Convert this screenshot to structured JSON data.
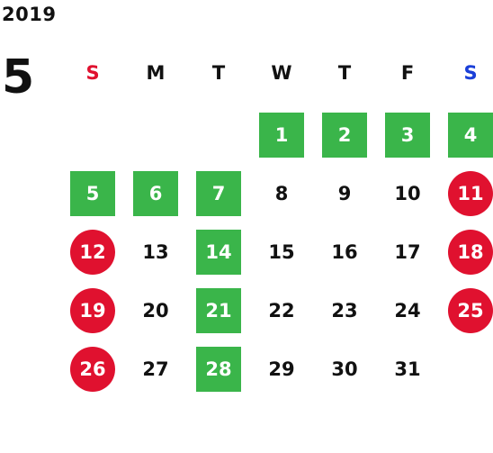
{
  "calendar": {
    "year": "2019",
    "month": "5",
    "weekdays": [
      {
        "label": "S",
        "color": "#e0112f"
      },
      {
        "label": "M",
        "color": "#111111"
      },
      {
        "label": "T",
        "color": "#111111"
      },
      {
        "label": "W",
        "color": "#111111"
      },
      {
        "label": "T",
        "color": "#111111"
      },
      {
        "label": "F",
        "color": "#111111"
      },
      {
        "label": "S",
        "color": "#1a3fd8"
      }
    ],
    "first_weekday_index": 3,
    "days": [
      {
        "day": "1",
        "style": "workday"
      },
      {
        "day": "2",
        "style": "workday"
      },
      {
        "day": "3",
        "style": "workday"
      },
      {
        "day": "4",
        "style": "workday"
      },
      {
        "day": "5",
        "style": "workday"
      },
      {
        "day": "6",
        "style": "workday"
      },
      {
        "day": "7",
        "style": "workday"
      },
      {
        "day": "8",
        "style": "plain"
      },
      {
        "day": "9",
        "style": "plain"
      },
      {
        "day": "10",
        "style": "plain"
      },
      {
        "day": "11",
        "style": "holiday"
      },
      {
        "day": "12",
        "style": "holiday"
      },
      {
        "day": "13",
        "style": "plain"
      },
      {
        "day": "14",
        "style": "workday"
      },
      {
        "day": "15",
        "style": "plain"
      },
      {
        "day": "16",
        "style": "plain"
      },
      {
        "day": "17",
        "style": "plain"
      },
      {
        "day": "18",
        "style": "holiday"
      },
      {
        "day": "19",
        "style": "holiday"
      },
      {
        "day": "20",
        "style": "plain"
      },
      {
        "day": "21",
        "style": "workday"
      },
      {
        "day": "22",
        "style": "plain"
      },
      {
        "day": "23",
        "style": "plain"
      },
      {
        "day": "24",
        "style": "plain"
      },
      {
        "day": "25",
        "style": "holiday"
      },
      {
        "day": "26",
        "style": "holiday"
      },
      {
        "day": "27",
        "style": "plain"
      },
      {
        "day": "28",
        "style": "workday"
      },
      {
        "day": "29",
        "style": "plain"
      },
      {
        "day": "30",
        "style": "plain"
      },
      {
        "day": "31",
        "style": "plain"
      }
    ],
    "colors": {
      "workday_green": "#3ab54a",
      "holiday_red": "#e0112f",
      "text": "#111111"
    }
  }
}
